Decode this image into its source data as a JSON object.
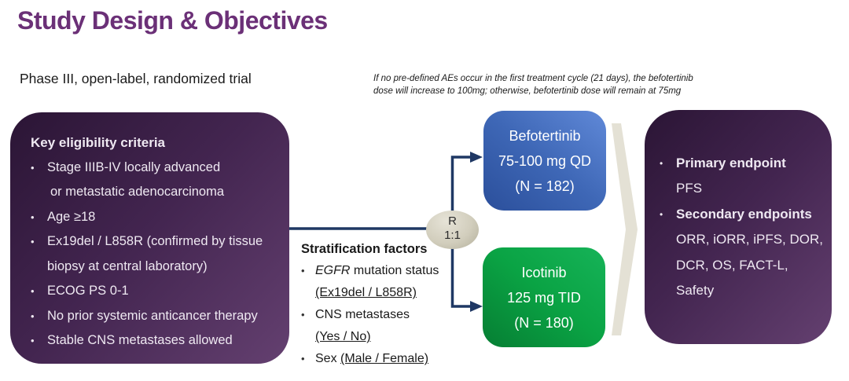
{
  "title": "Study Design & Objectives",
  "subtitle": "Phase III, open-label, randomized trial",
  "note": {
    "line1": "If no pre-defined AEs occur in the first treatment cycle (21 days), the befotertinib",
    "line2": "dose will increase to 100mg; otherwise, befotertinib dose will remain at 75mg"
  },
  "eligibility": {
    "title": "Key eligibility criteria",
    "items": [
      {
        "line1": "Stage IIIB-IV locally advanced",
        "line2": "or metastatic adenocarcinoma"
      },
      {
        "line1": "Age ≥18"
      },
      {
        "line1": "Ex19del / L858R (confirmed by tissue",
        "line2": "biopsy at central laboratory)"
      },
      {
        "line1": "ECOG PS 0-1"
      },
      {
        "line1": "No prior systemic anticancer therapy"
      },
      {
        "line1": "Stable CNS metastases allowed"
      }
    ]
  },
  "stratification": {
    "title": "Stratification factors",
    "egfr_italic": "EGFR",
    "egfr_rest": " mutation status",
    "egfr_sub": "(Ex19del / L858R)",
    "cns_main": "CNS metastases",
    "cns_sub": "(Yes / No)",
    "sex_pre": "Sex ",
    "sex_underlined": "(Male / Female)"
  },
  "randomization": {
    "r": "R",
    "ratio": "1:1"
  },
  "arms": [
    {
      "name": "Befotertinib",
      "dose": "75-100 mg QD",
      "n": "(N = 182)"
    },
    {
      "name": "Icotinib",
      "dose": "125 mg TID",
      "n": "(N = 180)"
    }
  ],
  "endpoints": {
    "primary_label": "Primary endpoint",
    "primary_value": "PFS",
    "secondary_label": "Secondary endpoints",
    "secondary_line1": "ORR, iORR, iPFS, DOR,",
    "secondary_line2": "DCR, OS, FACT-L, Safety"
  },
  "bullet_char": "•",
  "colors": {
    "title_purple": "#6b3077",
    "panel_purple_dark": "#2b1535",
    "panel_purple_light": "#644070",
    "befotertinib_blue": "#3e67b6",
    "icotinib_green": "#0aa344",
    "connector_navy": "#1f3864",
    "randomizer_beige": "#d2cebd",
    "chevron_beige": "#e4e1d5"
  }
}
